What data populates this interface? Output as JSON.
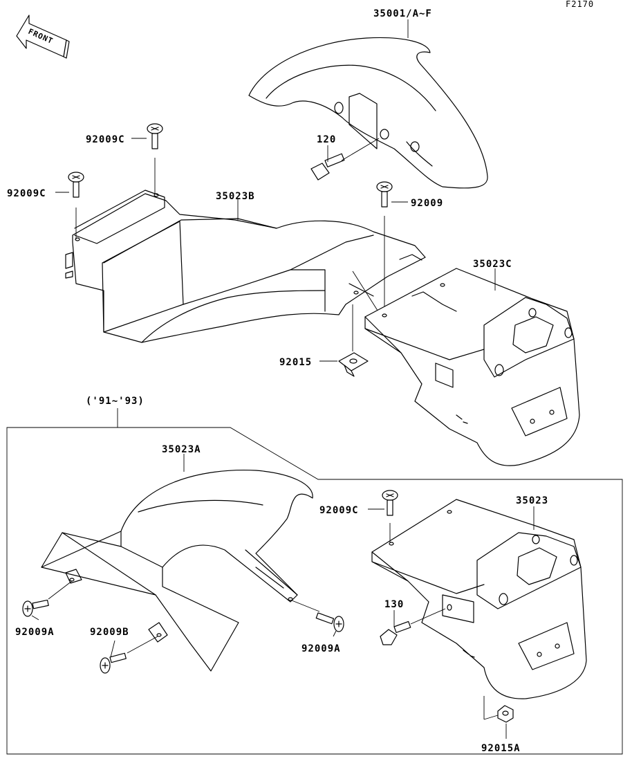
{
  "diagram_code": "F2170",
  "front_label": "FRONT",
  "variant_label": "('91~'93)",
  "parts": {
    "p35001": "35001/A~F",
    "p120": "120",
    "p92009c_a": "92009C",
    "p92009c_b": "92009C",
    "p35023b": "35023B",
    "p92009": "92009",
    "p35023c": "35023C",
    "p92015": "92015",
    "p35023a": "35023A",
    "p92009c_c": "92009C",
    "p35023": "35023",
    "p130": "130",
    "p92009a_left": "92009A",
    "p92009b": "92009B",
    "p92009a_right": "92009A",
    "p92015a": "92015A"
  },
  "colors": {
    "line": "#000000",
    "background": "#ffffff"
  }
}
